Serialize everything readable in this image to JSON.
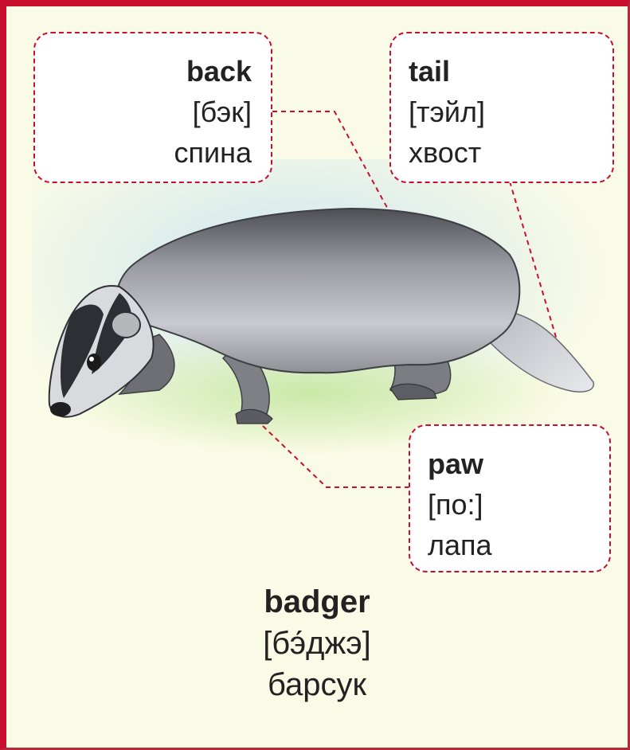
{
  "callouts": {
    "back": {
      "word": "back",
      "transcription": "[бэк]",
      "translation": "спина"
    },
    "tail": {
      "word": "tail",
      "transcription": "[тэйл]",
      "translation": "хвост"
    },
    "paw": {
      "word": "paw",
      "transcription": "[по:]",
      "translation": "лапа"
    }
  },
  "main": {
    "word": "badger",
    "transcription": "[бэ́джэ]",
    "translation": "барсук"
  },
  "colors": {
    "frame": "#c8102e",
    "background": "#fafbe6",
    "callout_fill": "#ffffff"
  }
}
